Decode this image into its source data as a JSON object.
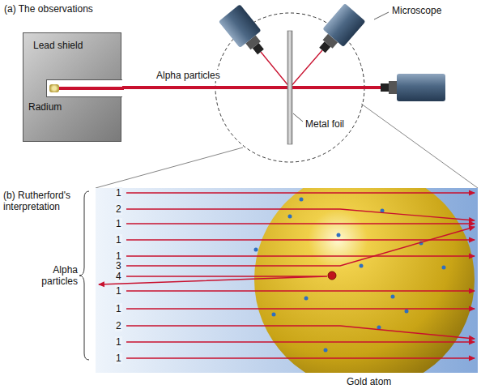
{
  "diagram": {
    "nodes": [
      {
        "text": [
          "Lead shield",
          "Radium"
        ]
      }
    ],
    "labels": [
      "(a) The observations",
      "Microscope",
      "Alpha particles",
      "Metal foil",
      "(b) Rutherford's interpretation",
      "1",
      "2",
      "1",
      "1",
      "1",
      "3",
      "4",
      "1",
      "1",
      "2",
      "1",
      "1",
      "Alpha particles",
      "Gold atom"
    ]
  }
}
